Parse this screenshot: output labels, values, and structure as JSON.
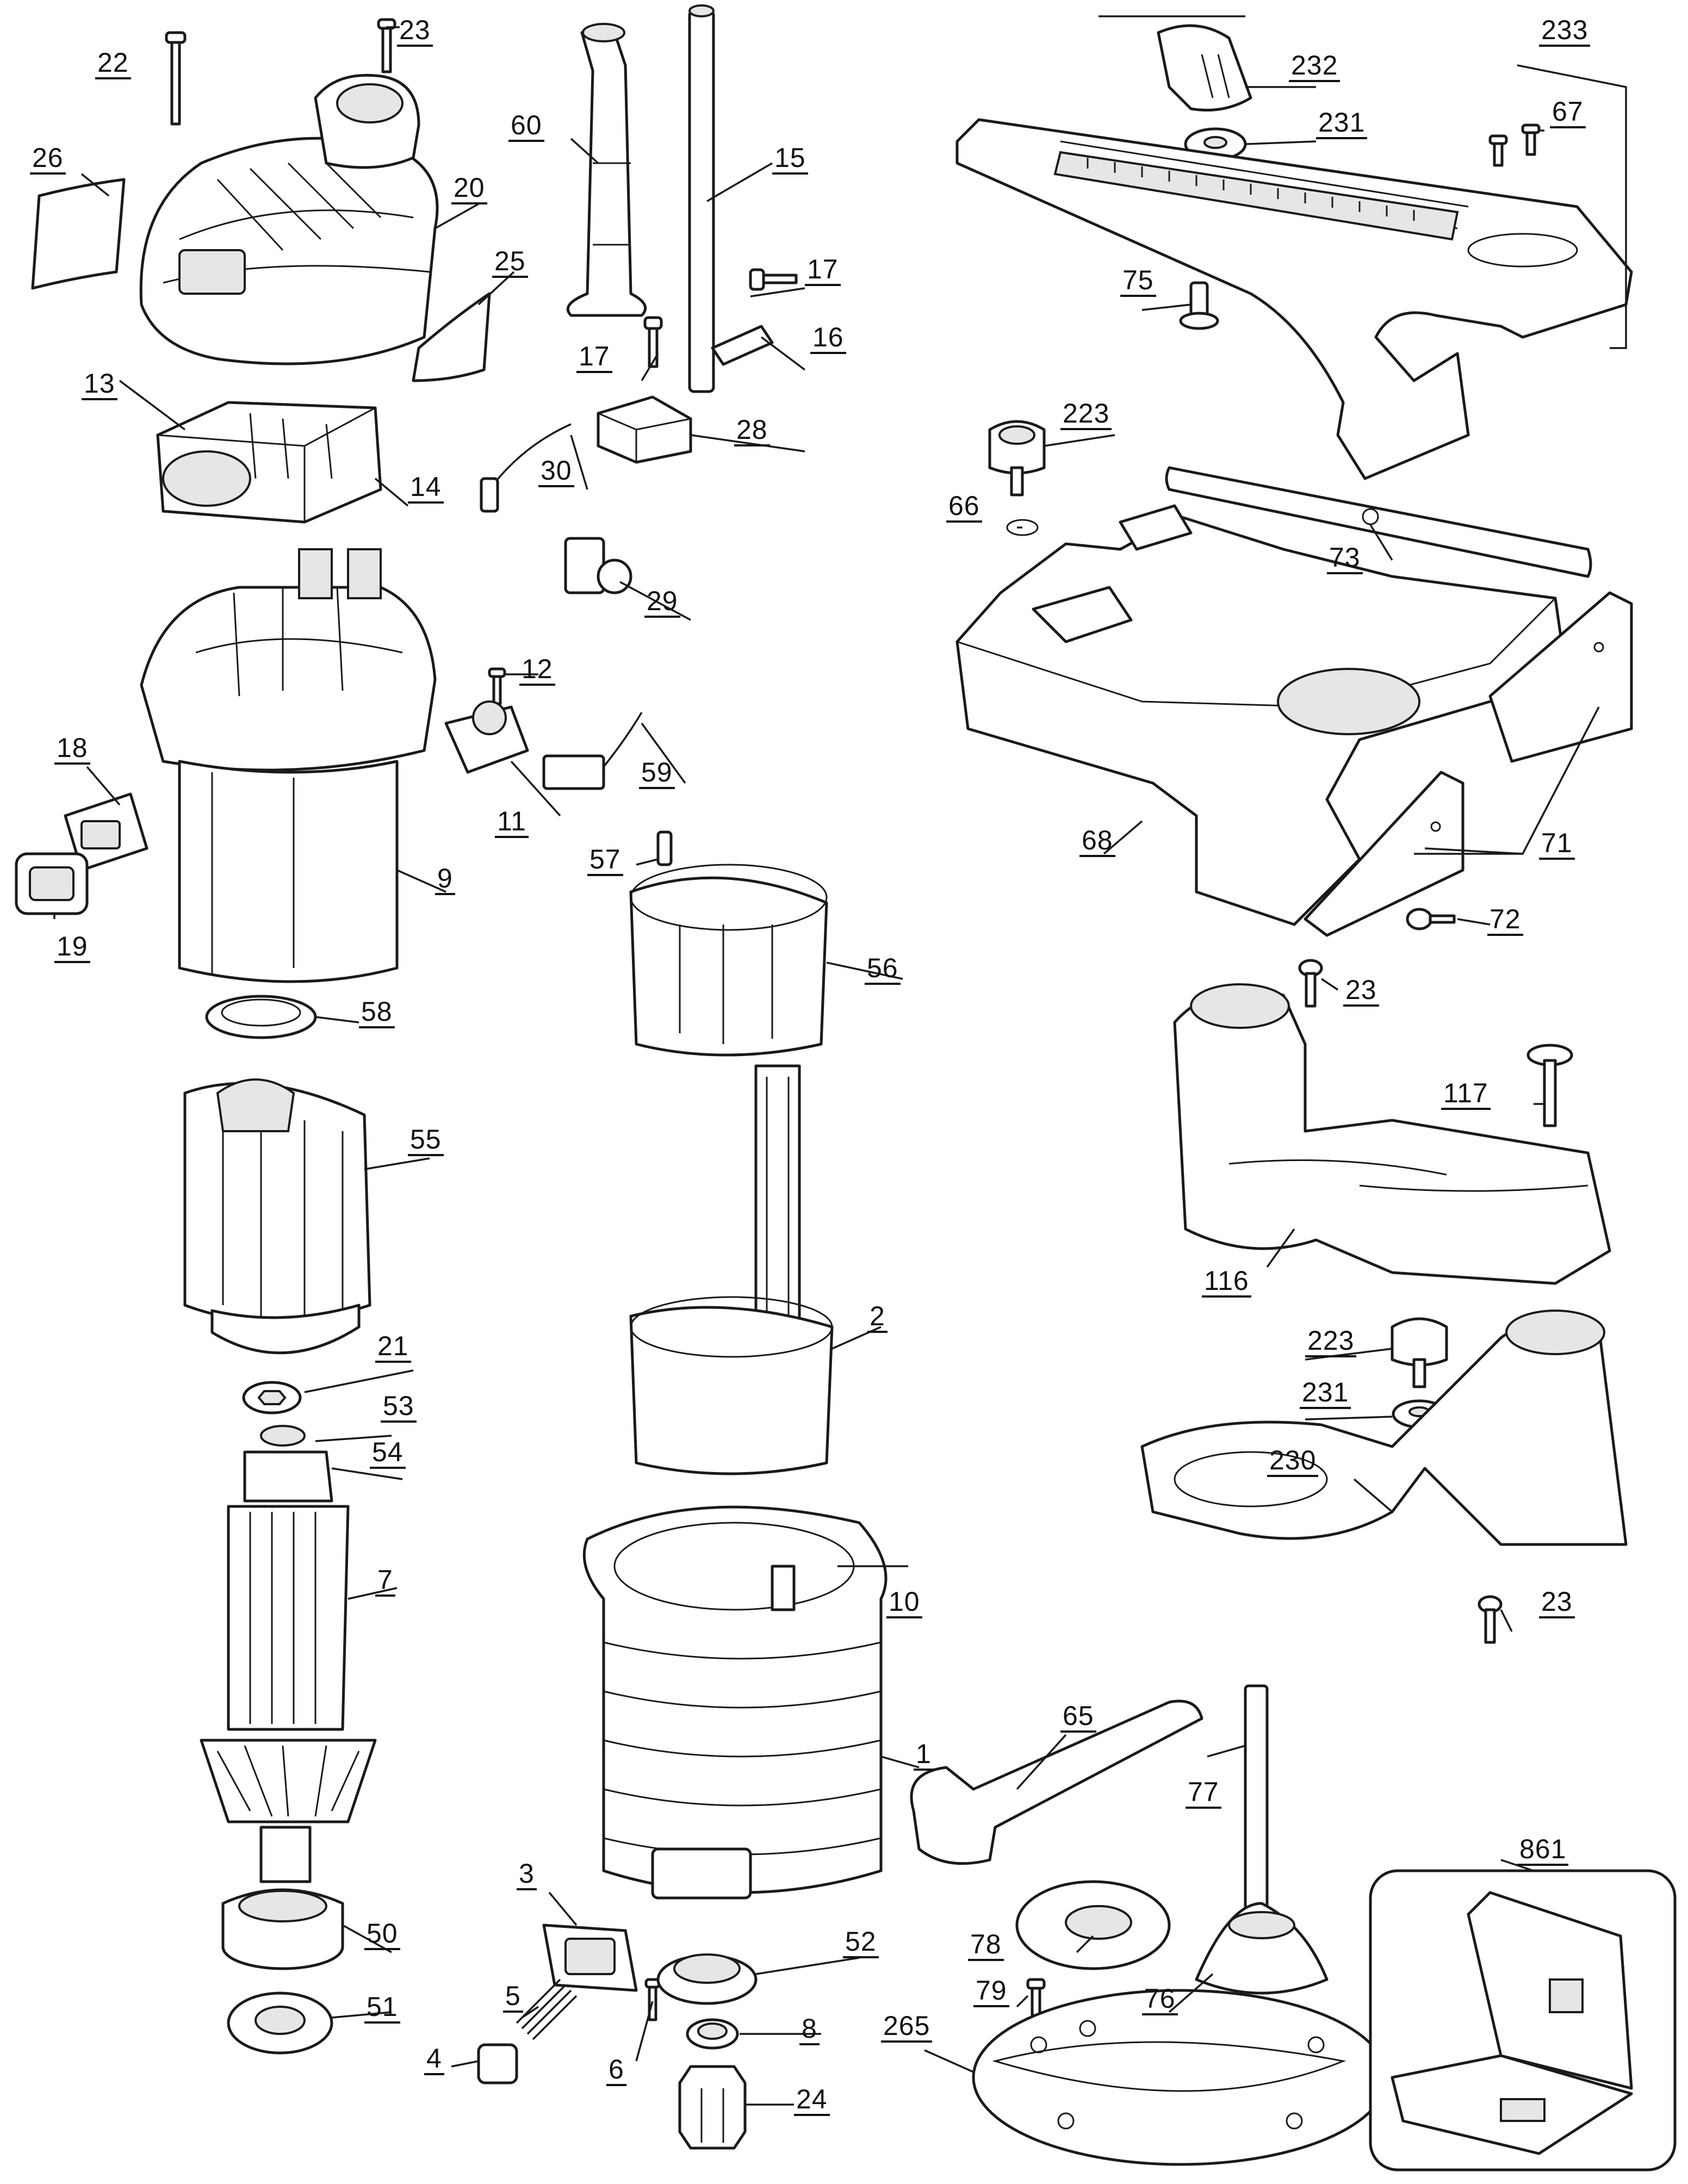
{
  "diagram": {
    "callouts": [
      {
        "id": "c22",
        "label": "22"
      },
      {
        "id": "c23a",
        "label": "23"
      },
      {
        "id": "c26",
        "label": "26"
      },
      {
        "id": "c20",
        "label": "20"
      },
      {
        "id": "c25",
        "label": "25"
      },
      {
        "id": "c60",
        "label": "60"
      },
      {
        "id": "c15",
        "label": "15"
      },
      {
        "id": "c17a",
        "label": "17"
      },
      {
        "id": "c17b",
        "label": "17"
      },
      {
        "id": "c16",
        "label": "16"
      },
      {
        "id": "c233",
        "label": "233"
      },
      {
        "id": "c232",
        "label": "232"
      },
      {
        "id": "c231a",
        "label": "231"
      },
      {
        "id": "c67",
        "label": "67"
      },
      {
        "id": "c75",
        "label": "75"
      },
      {
        "id": "c13",
        "label": "13"
      },
      {
        "id": "c14",
        "label": "14"
      },
      {
        "id": "c28",
        "label": "28"
      },
      {
        "id": "c30",
        "label": "30"
      },
      {
        "id": "c223a",
        "label": "223"
      },
      {
        "id": "c66",
        "label": "66"
      },
      {
        "id": "c73",
        "label": "73"
      },
      {
        "id": "c29",
        "label": "29"
      },
      {
        "id": "c12",
        "label": "12"
      },
      {
        "id": "c18",
        "label": "18"
      },
      {
        "id": "c11",
        "label": "11"
      },
      {
        "id": "c59",
        "label": "59"
      },
      {
        "id": "c68",
        "label": "68"
      },
      {
        "id": "c71",
        "label": "71"
      },
      {
        "id": "c9",
        "label": "9"
      },
      {
        "id": "c57",
        "label": "57"
      },
      {
        "id": "c19",
        "label": "19"
      },
      {
        "id": "c72",
        "label": "72"
      },
      {
        "id": "c56",
        "label": "56"
      },
      {
        "id": "c58",
        "label": "58"
      },
      {
        "id": "c23b",
        "label": "23"
      },
      {
        "id": "c117",
        "label": "117"
      },
      {
        "id": "c55",
        "label": "55"
      },
      {
        "id": "c116",
        "label": "116"
      },
      {
        "id": "c2",
        "label": "2"
      },
      {
        "id": "c21",
        "label": "21"
      },
      {
        "id": "c223b",
        "label": "223"
      },
      {
        "id": "c231b",
        "label": "231"
      },
      {
        "id": "c53",
        "label": "53"
      },
      {
        "id": "c54",
        "label": "54"
      },
      {
        "id": "c230",
        "label": "230"
      },
      {
        "id": "c7",
        "label": "7"
      },
      {
        "id": "c10",
        "label": "10"
      },
      {
        "id": "c23c",
        "label": "23"
      },
      {
        "id": "c65",
        "label": "65"
      },
      {
        "id": "c1",
        "label": "1"
      },
      {
        "id": "c77",
        "label": "77"
      },
      {
        "id": "c861",
        "label": "861"
      },
      {
        "id": "c78",
        "label": "78"
      },
      {
        "id": "c50",
        "label": "50"
      },
      {
        "id": "c3",
        "label": "3"
      },
      {
        "id": "c52",
        "label": "52"
      },
      {
        "id": "c79",
        "label": "79"
      },
      {
        "id": "c76",
        "label": "76"
      },
      {
        "id": "c5",
        "label": "5"
      },
      {
        "id": "c51",
        "label": "51"
      },
      {
        "id": "c265",
        "label": "265"
      },
      {
        "id": "c4",
        "label": "4"
      },
      {
        "id": "c6",
        "label": "6"
      },
      {
        "id": "c8",
        "label": "8"
      },
      {
        "id": "c24",
        "label": "24"
      }
    ]
  }
}
